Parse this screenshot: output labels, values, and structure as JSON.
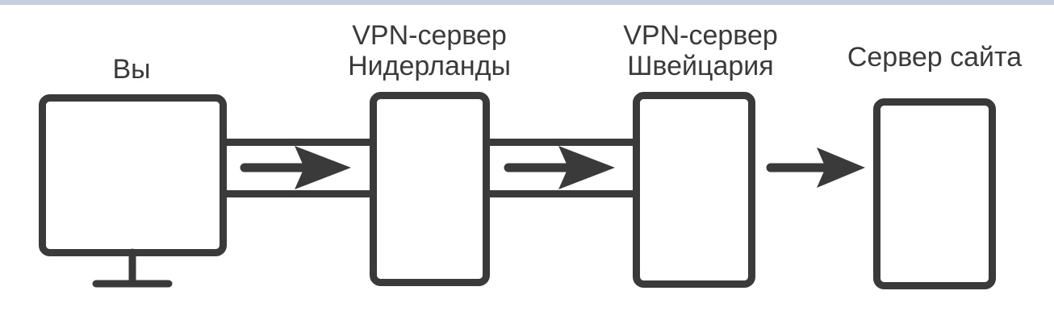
{
  "diagram": {
    "title_text": "",
    "background_color": "#ffffff",
    "top_strip_color": "#c5cedb",
    "stroke_color": "#3a3a3a",
    "nodes": [
      {
        "id": "you",
        "label": "Вы",
        "label_lines": [
          "Вы"
        ],
        "shape": "monitor"
      },
      {
        "id": "vpn-netherlands",
        "label": "VPN-сервер Нидерланды",
        "label_lines": [
          "VPN-сервер",
          "Нидерланды"
        ],
        "shape": "server-box"
      },
      {
        "id": "vpn-switzerland",
        "label": "VPN-сервер Швейцария",
        "label_lines": [
          "VPN-сервер",
          "Швейцария"
        ],
        "shape": "server-box"
      },
      {
        "id": "website-server",
        "label": "Сервер сайта",
        "label_lines": [
          "Сервер сайта"
        ],
        "shape": "server-box"
      }
    ],
    "connections": [
      {
        "id": "tunnel-you-to-netherlands",
        "from": "you",
        "to": "vpn-netherlands",
        "style": "encrypted-tunnel",
        "direction": "right"
      },
      {
        "id": "tunnel-netherlands-to-switzerland",
        "from": "vpn-netherlands",
        "to": "vpn-switzerland",
        "style": "encrypted-tunnel",
        "direction": "right"
      },
      {
        "id": "arrow-switzerland-to-website",
        "from": "vpn-switzerland",
        "to": "website-server",
        "style": "plain-arrow",
        "direction": "right"
      }
    ]
  }
}
